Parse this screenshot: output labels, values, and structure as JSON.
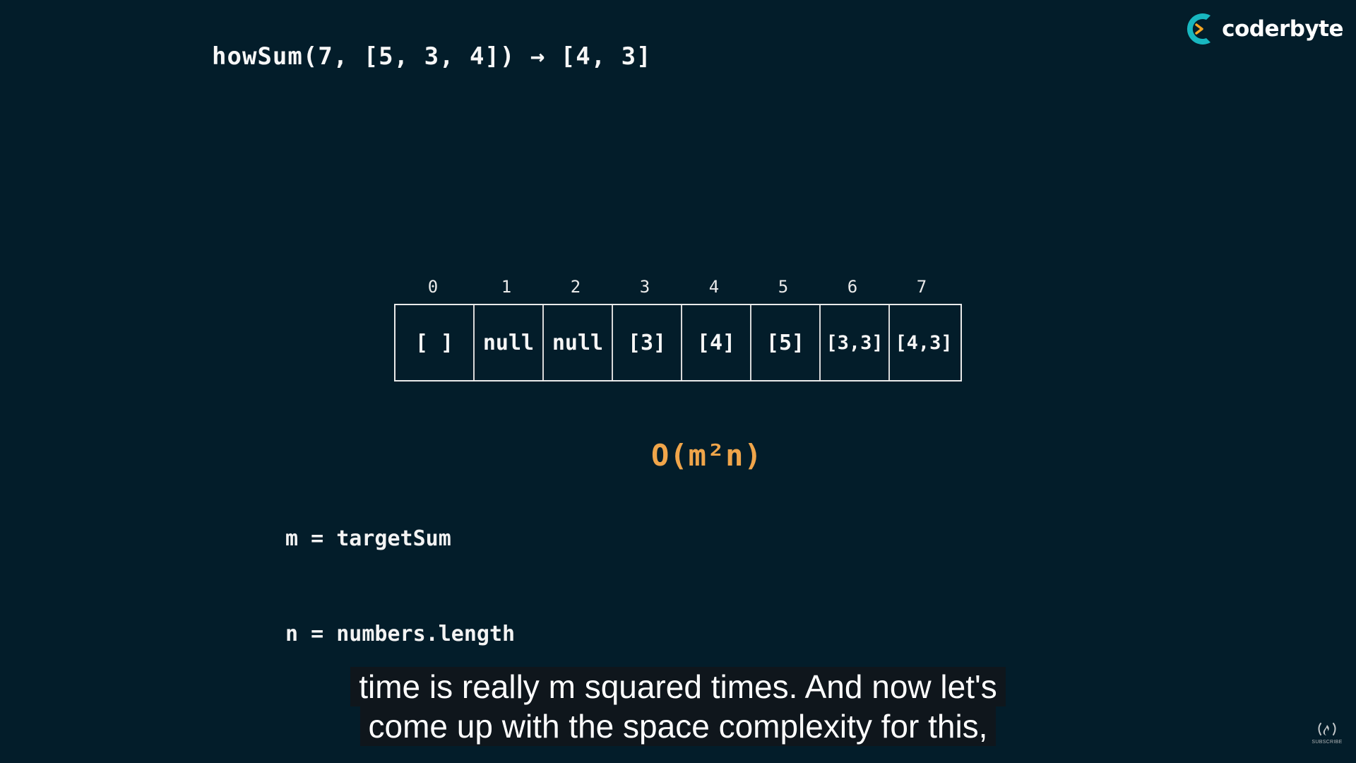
{
  "header": {
    "expression": "howSum(7, [5, 3, 4]) → [4, 3]"
  },
  "brand": {
    "name": "coderbyte",
    "accent_color": "#18b7c0",
    "chevron_color": "#f5a623",
    "logo_icon": "coderbyte-logo-icon"
  },
  "table": {
    "indices": [
      "0",
      "1",
      "2",
      "3",
      "4",
      "5",
      "6",
      "7"
    ],
    "cells": [
      "[ ]",
      "null",
      "null",
      "[3]",
      "[4]",
      "[5]",
      "[3,3]",
      "[4,3]"
    ]
  },
  "complexity": {
    "label": "O(m²n)",
    "color": "#f0a54a"
  },
  "definitions": {
    "m_line": "m = targetSum",
    "n_line": "n = numbers.length"
  },
  "captions": {
    "line1": "time is really m squared times. And now let's",
    "line2": "come up with the space complexity for this,"
  },
  "corner": {
    "icon": "freecodecamp-icon",
    "label": "SUBSCRIBE"
  }
}
